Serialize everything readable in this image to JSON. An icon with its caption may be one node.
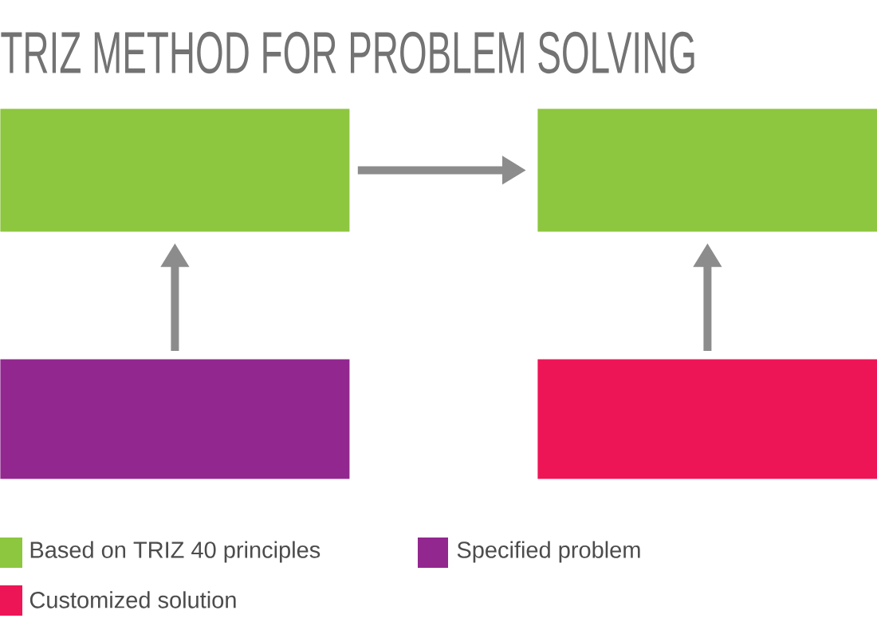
{
  "diagram": {
    "title": "TRIZ METHOD FOR PROBLEM SOLVING",
    "nodes": [
      {
        "text": [],
        "shape": "box"
      },
      {
        "text": [],
        "shape": "box"
      },
      {
        "text": [],
        "shape": "box"
      },
      {
        "text": [],
        "shape": "box"
      }
    ],
    "edges": [
      {
        "from": 0,
        "to": 1,
        "arrow": "to"
      },
      {
        "from": 2,
        "to": 0,
        "arrow": "to"
      },
      {
        "from": 3,
        "to": 1,
        "arrow": "to"
      }
    ],
    "legend": [
      {
        "text": "Based on TRIZ 40 principles",
        "color": "#8dc63f"
      },
      {
        "text": "Specified problem",
        "color": "#92278f"
      },
      {
        "text": "Customized solution",
        "color": "#ed1556"
      }
    ]
  }
}
